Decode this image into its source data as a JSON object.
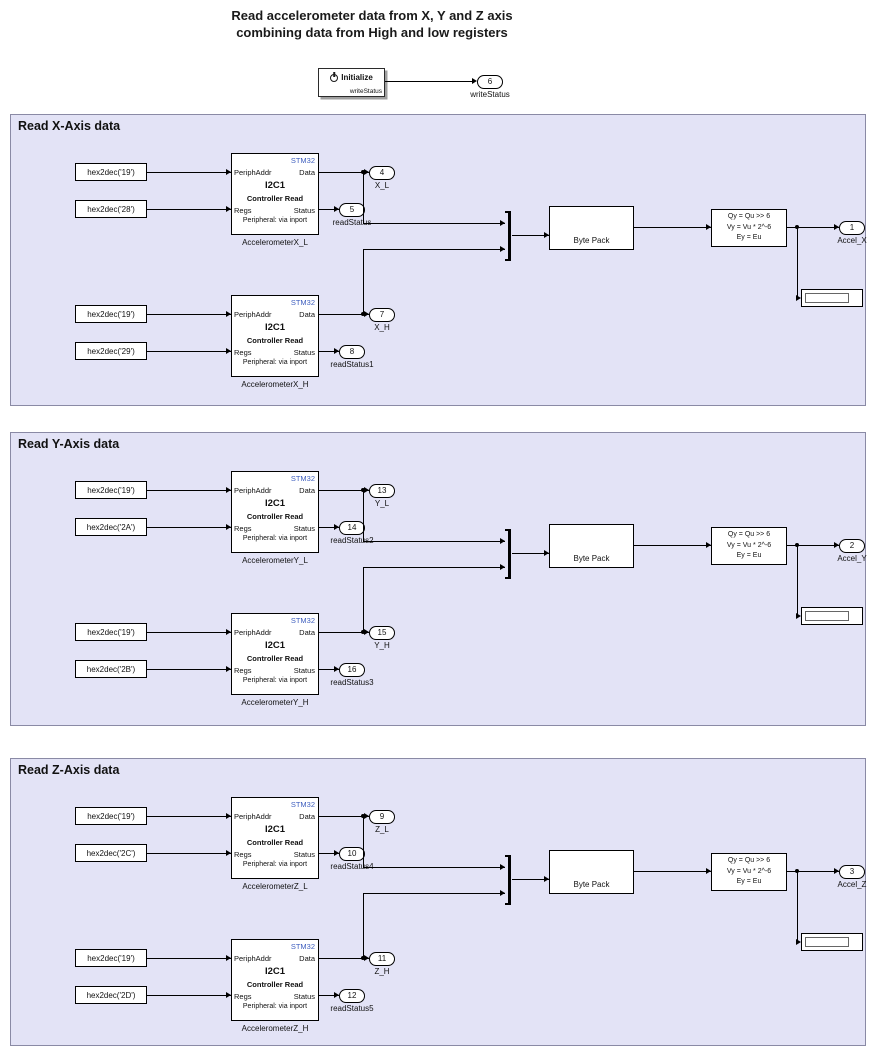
{
  "title": {
    "line1": "Read accelerometer data from X, Y and Z axis",
    "line2": "combining data from High and low registers"
  },
  "initialize": {
    "label": "Initialize",
    "port_label": "writeStatus",
    "out_port": {
      "num": "6",
      "label": "writeStatus"
    }
  },
  "i2c_block": {
    "corner": "STM32",
    "in1": "PeriphAddr",
    "in2": "Regs",
    "out1": "Data",
    "out2": "Status",
    "title": "I2C1",
    "subtitle": "Controller Read",
    "footer": "Peripheral: via inport"
  },
  "blocks": {
    "byte_pack": "Byte Pack",
    "conv_line1": "Qy = Qu >> 6",
    "conv_line2": "Vy = Vu * 2^-6",
    "conv_line3": "Ey = Eu"
  },
  "colors": {
    "panel_bg": "#e3e3f6",
    "stm32_blue": "#3f5fbf"
  },
  "panels": [
    {
      "title": "Read X-Axis data",
      "upper": {
        "addr": "hex2dec('19')",
        "reg": "hex2dec('28')",
        "name": "AccelerometerX_L",
        "data_port": {
          "num": "4",
          "label": "X_L"
        },
        "status_port": {
          "num": "5",
          "label": "readStatus"
        }
      },
      "lower": {
        "addr": "hex2dec('19')",
        "reg": "hex2dec('29')",
        "name": "AccelerometerX_H",
        "data_port": {
          "num": "7",
          "label": "X_H"
        },
        "status_port": {
          "num": "8",
          "label": "readStatus1"
        }
      },
      "out_port": {
        "num": "1",
        "label": "Accel_X"
      }
    },
    {
      "title": "Read Y-Axis data",
      "upper": {
        "addr": "hex2dec('19')",
        "reg": "hex2dec('2A')",
        "name": "AccelerometerY_L",
        "data_port": {
          "num": "13",
          "label": "Y_L"
        },
        "status_port": {
          "num": "14",
          "label": "readStatus2"
        }
      },
      "lower": {
        "addr": "hex2dec('19')",
        "reg": "hex2dec('2B')",
        "name": "AccelerometerY_H",
        "data_port": {
          "num": "15",
          "label": "Y_H"
        },
        "status_port": {
          "num": "16",
          "label": "readStatus3"
        }
      },
      "out_port": {
        "num": "2",
        "label": "Accel_Y"
      }
    },
    {
      "title": "Read Z-Axis data",
      "upper": {
        "addr": "hex2dec('19')",
        "reg": "hex2dec('2C')",
        "name": "AccelerometerZ_L",
        "data_port": {
          "num": "9",
          "label": "Z_L"
        },
        "status_port": {
          "num": "10",
          "label": "readStatus4"
        }
      },
      "lower": {
        "addr": "hex2dec('19')",
        "reg": "hex2dec('2D')",
        "name": "AccelerometerZ_H",
        "data_port": {
          "num": "11",
          "label": "Z_H"
        },
        "status_port": {
          "num": "12",
          "label": "readStatus5"
        }
      },
      "out_port": {
        "num": "3",
        "label": "Accel_Z"
      }
    }
  ]
}
